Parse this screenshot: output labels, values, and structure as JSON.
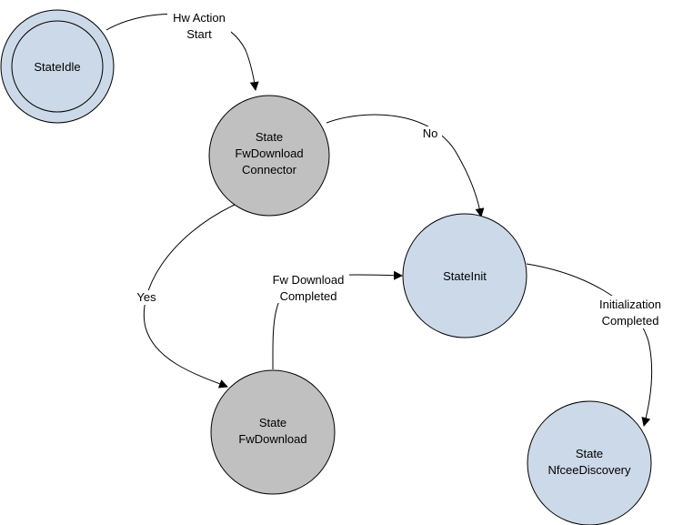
{
  "colors": {
    "idle_fill": "#ccd9e8",
    "light_state_fill": "#ccd9e8",
    "gray_state_fill": "#c0c0c0",
    "stroke": "#000000",
    "label_bg": "#ffffff"
  },
  "nodes": {
    "state_idle": {
      "lines": [
        "StateIdle"
      ]
    },
    "state_fw_download_connector": {
      "lines": [
        "State",
        "FwDownload",
        "Connector"
      ]
    },
    "state_init": {
      "lines": [
        "StateInit"
      ]
    },
    "state_fw_download": {
      "lines": [
        "State",
        "FwDownload"
      ]
    },
    "state_nfcee_discovery": {
      "lines": [
        "State",
        "NfceeDiscovery"
      ]
    }
  },
  "edges": {
    "hw_action_start": {
      "lines": [
        "Hw Action",
        "Start"
      ]
    },
    "no": {
      "lines": [
        "No"
      ]
    },
    "yes": {
      "lines": [
        "Yes"
      ]
    },
    "fw_download_completed": {
      "lines": [
        "Fw Download",
        "Completed"
      ]
    },
    "initialization_completed": {
      "lines": [
        "Initialization",
        "Completed"
      ]
    }
  }
}
